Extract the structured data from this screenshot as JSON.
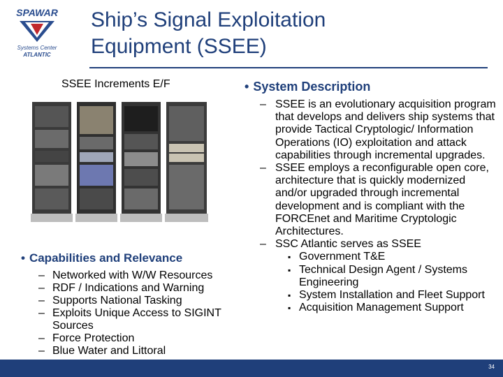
{
  "slide": {
    "title_line1": "Ship’s Signal Exploitation",
    "title_line2": "Equipment (SSEE)",
    "logo_text_top": "SPAWAR",
    "logo_text_mid": "Systems Center",
    "logo_text_bottom": "ATLANTIC",
    "increments_title": "SSEE Increments E/F",
    "capabilities_heading": "Capabilities and Relevance",
    "capabilities": [
      "Networked with W/W Resources",
      "RDF / Indications and Warning",
      "Supports National Tasking",
      "Exploits Unique Access to SIGINT Sources",
      "Force Protection",
      "Blue Water and Littoral"
    ],
    "system_heading": "System Description",
    "system_points": [
      "SSEE is an evolutionary acquisition program that develops and delivers ship systems that provide Tactical Cryptologic/ Information Operations (IO) exploitation and attack capabilities through incremental upgrades.",
      "SSEE employs a reconfigurable open core, architecture that is quickly modernized and/or upgraded through incremental development and is compliant with the FORCEnet and Maritime Cryptologic Architectures.",
      "SSC Atlantic serves as SSEE"
    ],
    "ssc_roles": [
      "Government T&E",
      "Technical Design Agent / Systems Engineering",
      "System Installation and Fleet Support",
      "Acquisition Management Support"
    ],
    "page_number": "34",
    "colors": {
      "title": "#1f3f7a",
      "footer": "#1f3f7a",
      "logo_blue": "#2a4d8f",
      "logo_red": "#c0282d"
    }
  }
}
